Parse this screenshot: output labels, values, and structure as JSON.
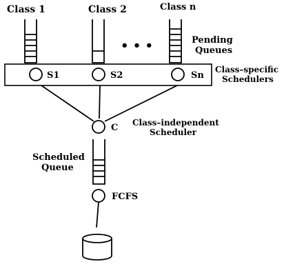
{
  "classes": {
    "class1": "Class 1",
    "class2": "Class 2",
    "classn": "Class n",
    "ellipsis": "• • •"
  },
  "pending": {
    "line1": "Pending",
    "line2": "Queues"
  },
  "schedulers": {
    "s1": "S1",
    "s2": "S2",
    "sn": "Sn",
    "label_line1": "Class–specific",
    "label_line2": "Schedulers"
  },
  "central": {
    "node": "C",
    "label_line1": "Class–independent",
    "label_line2": "Scheduler"
  },
  "scheduled": {
    "line1": "Scheduled",
    "line2": "Queue"
  },
  "server": {
    "node": "FCFS"
  },
  "colors": {
    "stroke": "#000000",
    "background": "#ffffff"
  }
}
